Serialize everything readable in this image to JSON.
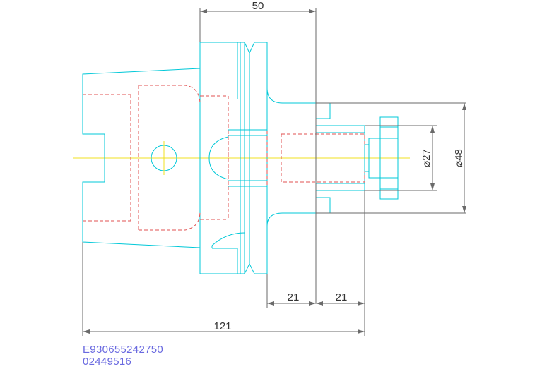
{
  "drawing": {
    "dimensions": {
      "top_length": "50",
      "shank_gap": "21",
      "body_length": "21",
      "overall_length": "121",
      "inner_diameter": "⌀27",
      "outer_diameter": "⌀48"
    },
    "codes": {
      "line1": "E930655242750",
      "line2": "02449516"
    },
    "colors": {
      "outline": "#00c8d8",
      "hidden": "#e05050",
      "centerline": "#f0e020",
      "dimension": "#6a6a6a",
      "code_text": "#6a6ae0"
    }
  }
}
